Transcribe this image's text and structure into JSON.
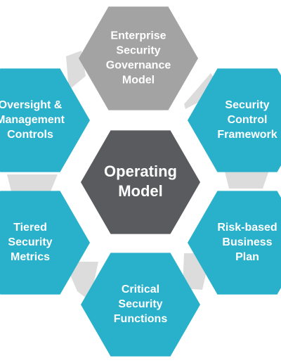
{
  "colors": {
    "center": "#595b5e",
    "top": "#a3a3a4",
    "outer": "#29b0cb",
    "connector": "#dcdcdc",
    "text": "#ffffff"
  },
  "center": {
    "lines": [
      "Operating",
      "Model"
    ]
  },
  "nodes": [
    {
      "id": "enterprise-security-governance-model",
      "lines": [
        "Enterprise",
        "Security",
        "Governance",
        "Model"
      ]
    },
    {
      "id": "security-control-framework",
      "lines": [
        "Security",
        "Control",
        "Framework"
      ]
    },
    {
      "id": "risk-based-business-plan",
      "lines": [
        "Risk-based",
        "Business",
        "Plan"
      ]
    },
    {
      "id": "critical-security-functions",
      "lines": [
        "Critical",
        "Security",
        "Functions"
      ]
    },
    {
      "id": "tiered-security-metrics",
      "lines": [
        "Tiered",
        "Security",
        "Metrics"
      ]
    },
    {
      "id": "oversight-management-controls",
      "lines": [
        "Oversight &",
        "Management",
        "Controls"
      ]
    }
  ]
}
